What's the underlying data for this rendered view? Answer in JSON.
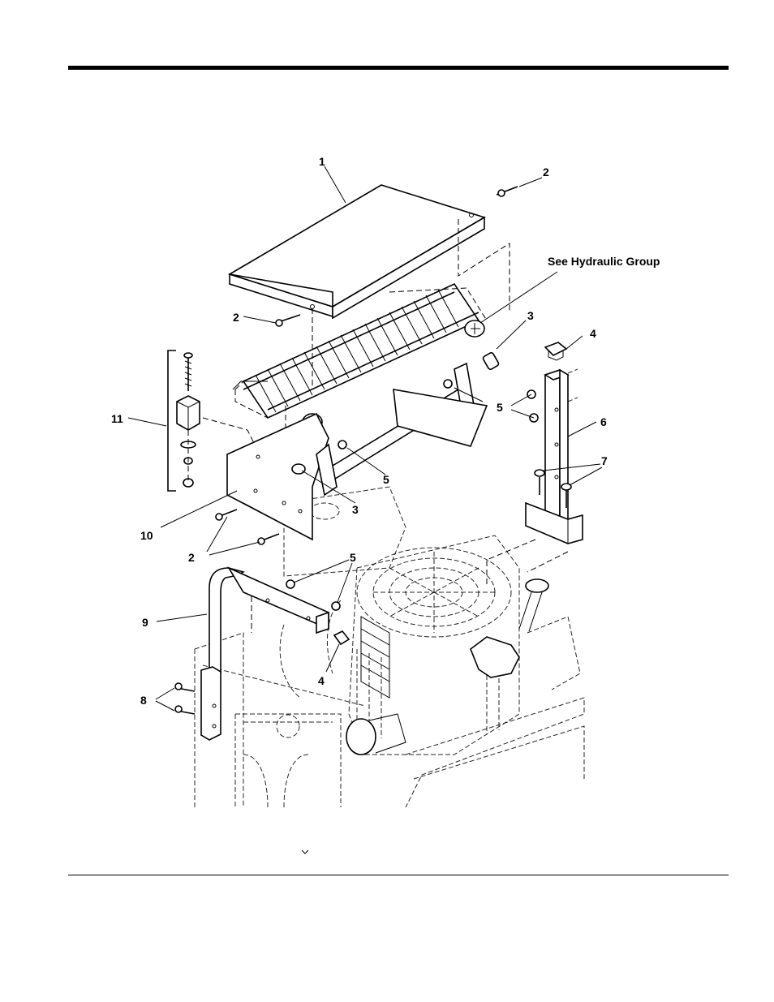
{
  "callouts": {
    "c1": "1",
    "c2a": "2",
    "c2b": "2",
    "c2c": "2",
    "c3a": "3",
    "c3b": "3",
    "c4a": "4",
    "c4b": "4",
    "c5a": "5",
    "c5b": "5",
    "c5c": "5",
    "c6": "6",
    "c7": "7",
    "c8": "8",
    "c9": "9",
    "c10": "10",
    "c11": "11",
    "see_ref": "See Hydraulic Group"
  }
}
